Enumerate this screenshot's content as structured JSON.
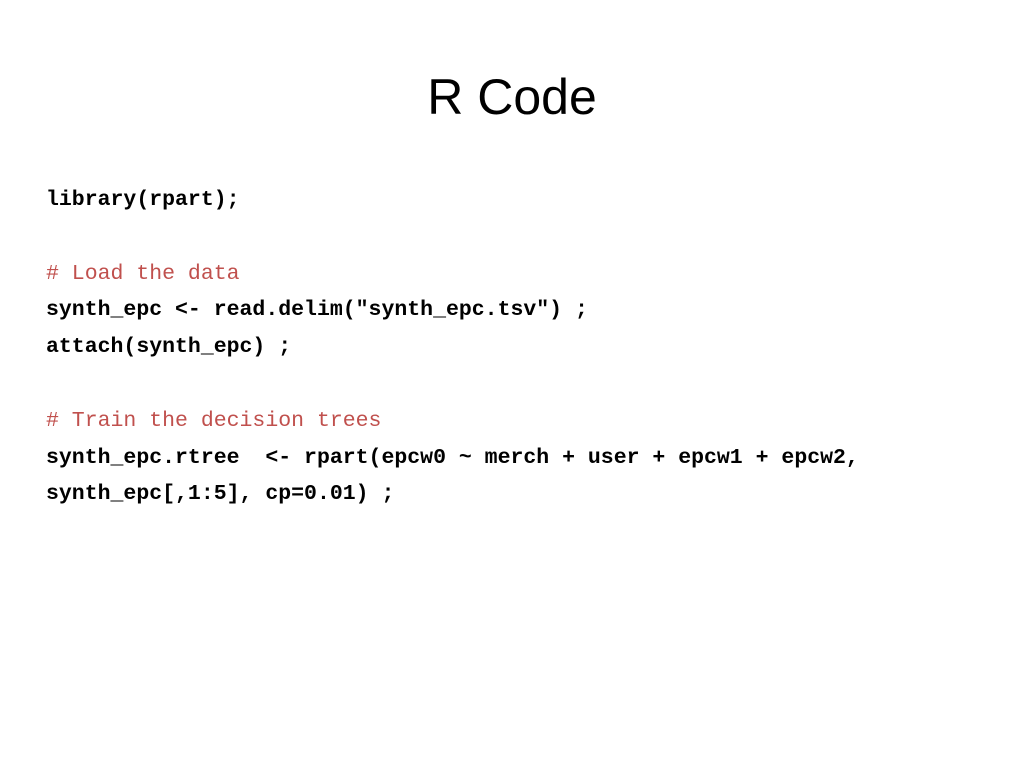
{
  "slide": {
    "title": "R Code",
    "code": {
      "line_library": "library(rpart);",
      "comment_load": "# Load the data",
      "line_read": "synth_epc <- read.delim(\"synth_epc.tsv\") ;",
      "line_attach": "attach(synth_epc) ;",
      "comment_train": "# Train the decision trees",
      "line_rpart": "synth_epc.rtree  <- rpart(epcw0 ~ merch + user + epcw1 + epcw2, synth_epc[,1:5], cp=0.01) ;"
    },
    "colors": {
      "code": "#000000",
      "comment": "#c0504d",
      "background": "#ffffff"
    }
  }
}
